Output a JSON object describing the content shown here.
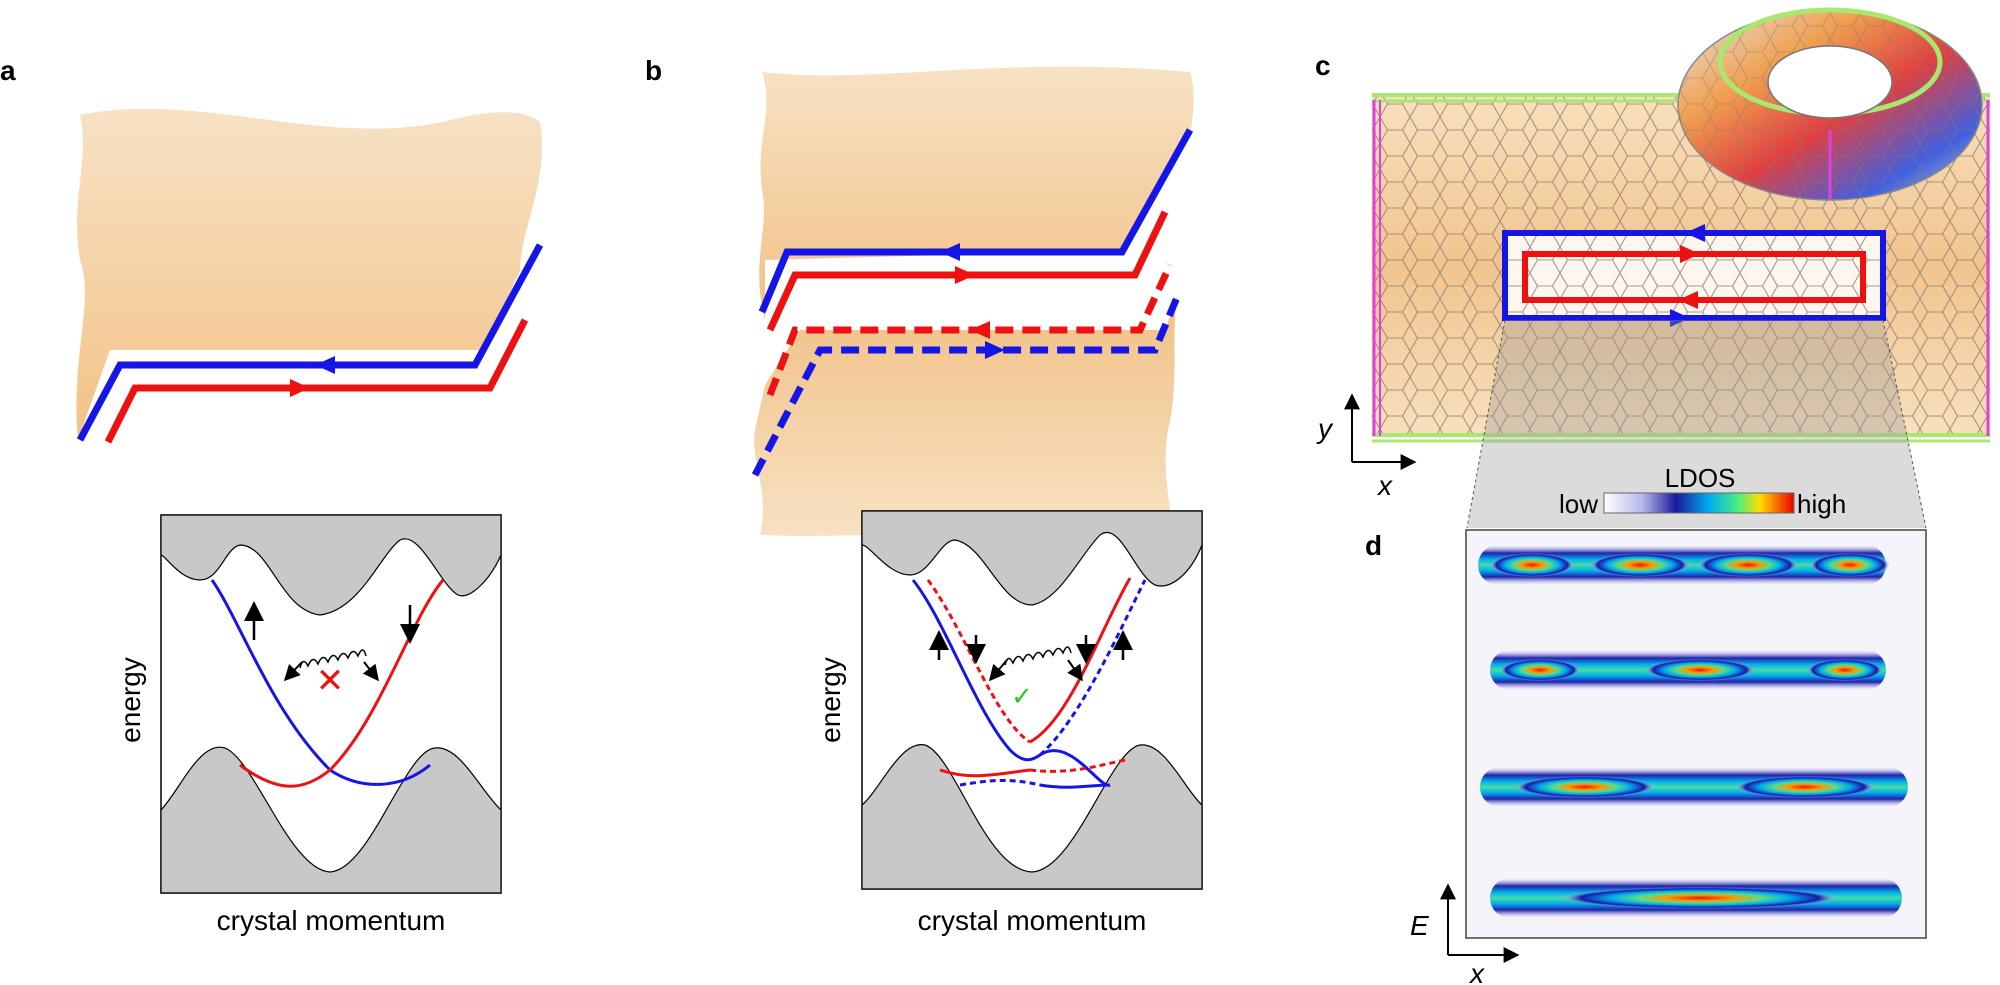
{
  "panel_labels": {
    "a": "a",
    "b": "b",
    "c": "c",
    "d": "d"
  },
  "panel_a": {
    "ylabel": "energy",
    "xlabel": "crystal momentum",
    "scatter_symbol": "✕"
  },
  "panel_b": {
    "ylabel": "energy",
    "xlabel": "crystal momentum",
    "scatter_symbol": "✓"
  },
  "panel_c": {
    "axis_y": "y",
    "axis_x": "x"
  },
  "panel_d": {
    "colorbar_title": "LDOS",
    "colorbar_low": "low",
    "colorbar_high": "high",
    "axis_y": "E",
    "axis_x": "x"
  },
  "colors": {
    "blue_edge": "#1515e6",
    "red_edge": "#ee1111",
    "bulk_band": "#c8c8c8",
    "slab": "#f2c48c",
    "magenta_edge": "#e040e0",
    "green_edge": "#a8e870",
    "check": "#22cc22"
  }
}
